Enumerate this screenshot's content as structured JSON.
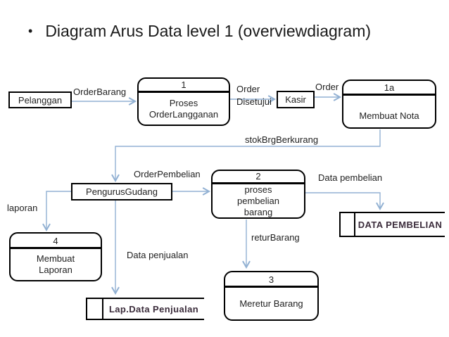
{
  "slide": {
    "bullet": "•",
    "title": "Diagram Arus Data level 1 (overviewdiagram)"
  },
  "entities": {
    "pelanggan": "Pelanggan",
    "kasir": "Kasir",
    "pengurus_gudang": "PengurusGudang"
  },
  "processes": {
    "p1": {
      "id": "1",
      "name": "Proses\nOrderLangganan"
    },
    "p1a": {
      "id": "1a",
      "name": "Membuat Nota"
    },
    "p2": {
      "id": "2",
      "name": "proses\npembelian\nbarang"
    },
    "p3": {
      "id": "3",
      "name": "Meretur Barang"
    },
    "p4": {
      "id": "4",
      "name": "Membuat\nLaporan"
    }
  },
  "datastores": {
    "data_pembelian": "DATA PEMBELIAN",
    "lap_data_penjualan": "Lap.Data Penjualan"
  },
  "flows": {
    "order_barang": "OrderBarang",
    "order_disetujui": "Order\nDisetujui",
    "order": "Order",
    "stok_brg_berkurang": "stokBrgBerkurang",
    "order_pembelian": "OrderPembelian",
    "laporan": "laporan",
    "data_penjualan": "Data penjualan",
    "data_pembelian": "Data pembelian",
    "retur_barang": "returBarang"
  },
  "colors": {
    "connector": "#92b1d3",
    "shape_border": "#000000",
    "text": "#1f1f1f",
    "store_text": "#3b2c3b"
  }
}
